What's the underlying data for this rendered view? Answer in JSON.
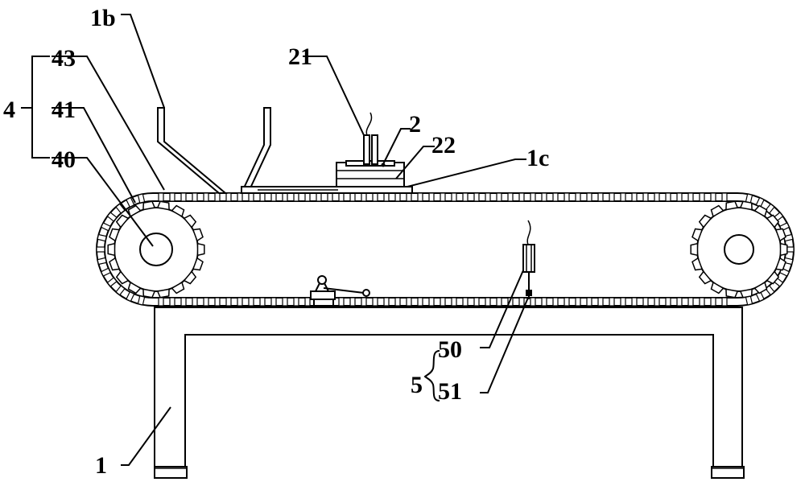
{
  "labels": {
    "l1b": "1b",
    "l43": "43",
    "l4": "4",
    "l41": "41",
    "l40": "40",
    "l21": "21",
    "l2": "2",
    "l22": "22",
    "l1c": "1c",
    "l50": "50",
    "l5": "5",
    "l51": "51",
    "l1": "1"
  }
}
